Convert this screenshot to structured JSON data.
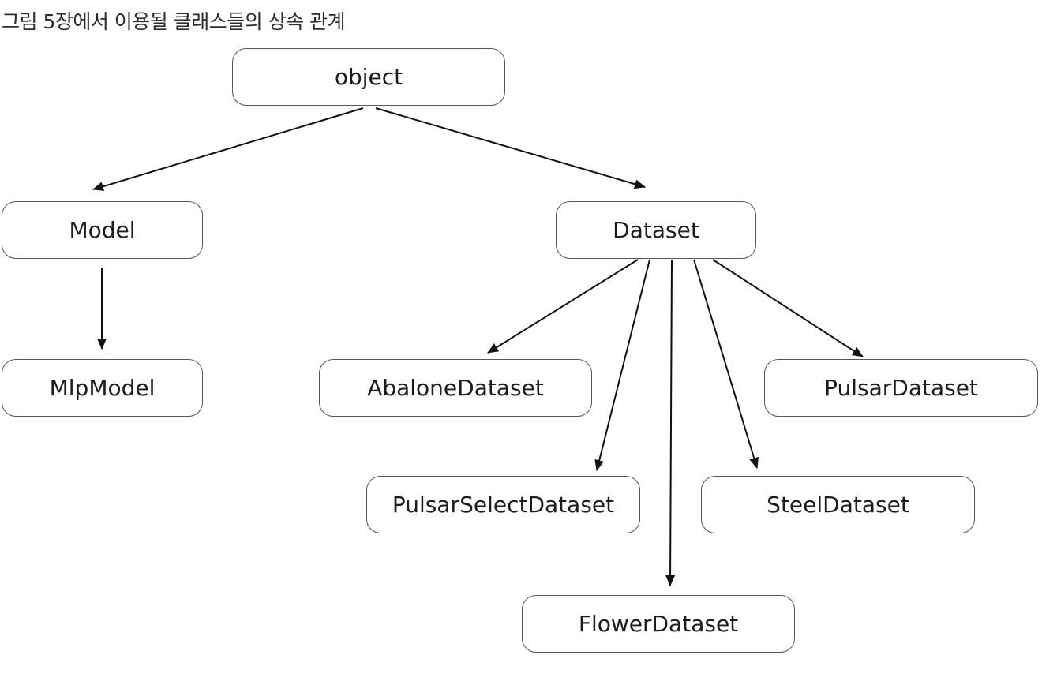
{
  "caption": "그림 5장에서 이용될 클래스들의 상속 관계",
  "nodes": {
    "object": "object",
    "model": "Model",
    "dataset": "Dataset",
    "mlp_model": "MlpModel",
    "abalone_dataset": "AbaloneDataset",
    "pulsar_dataset": "PulsarDataset",
    "pulsar_select_dataset": "PulsarSelectDataset",
    "steel_dataset": "SteelDataset",
    "flower_dataset": "FlowerDataset"
  },
  "edges": [
    {
      "from": "object",
      "to": "Model"
    },
    {
      "from": "object",
      "to": "Dataset"
    },
    {
      "from": "Model",
      "to": "MlpModel"
    },
    {
      "from": "Dataset",
      "to": "AbaloneDataset"
    },
    {
      "from": "Dataset",
      "to": "PulsarSelectDataset"
    },
    {
      "from": "Dataset",
      "to": "FlowerDataset"
    },
    {
      "from": "Dataset",
      "to": "SteelDataset"
    },
    {
      "from": "Dataset",
      "to": "PulsarDataset"
    }
  ],
  "colors": {
    "line": "#111111",
    "border": "#555555"
  }
}
